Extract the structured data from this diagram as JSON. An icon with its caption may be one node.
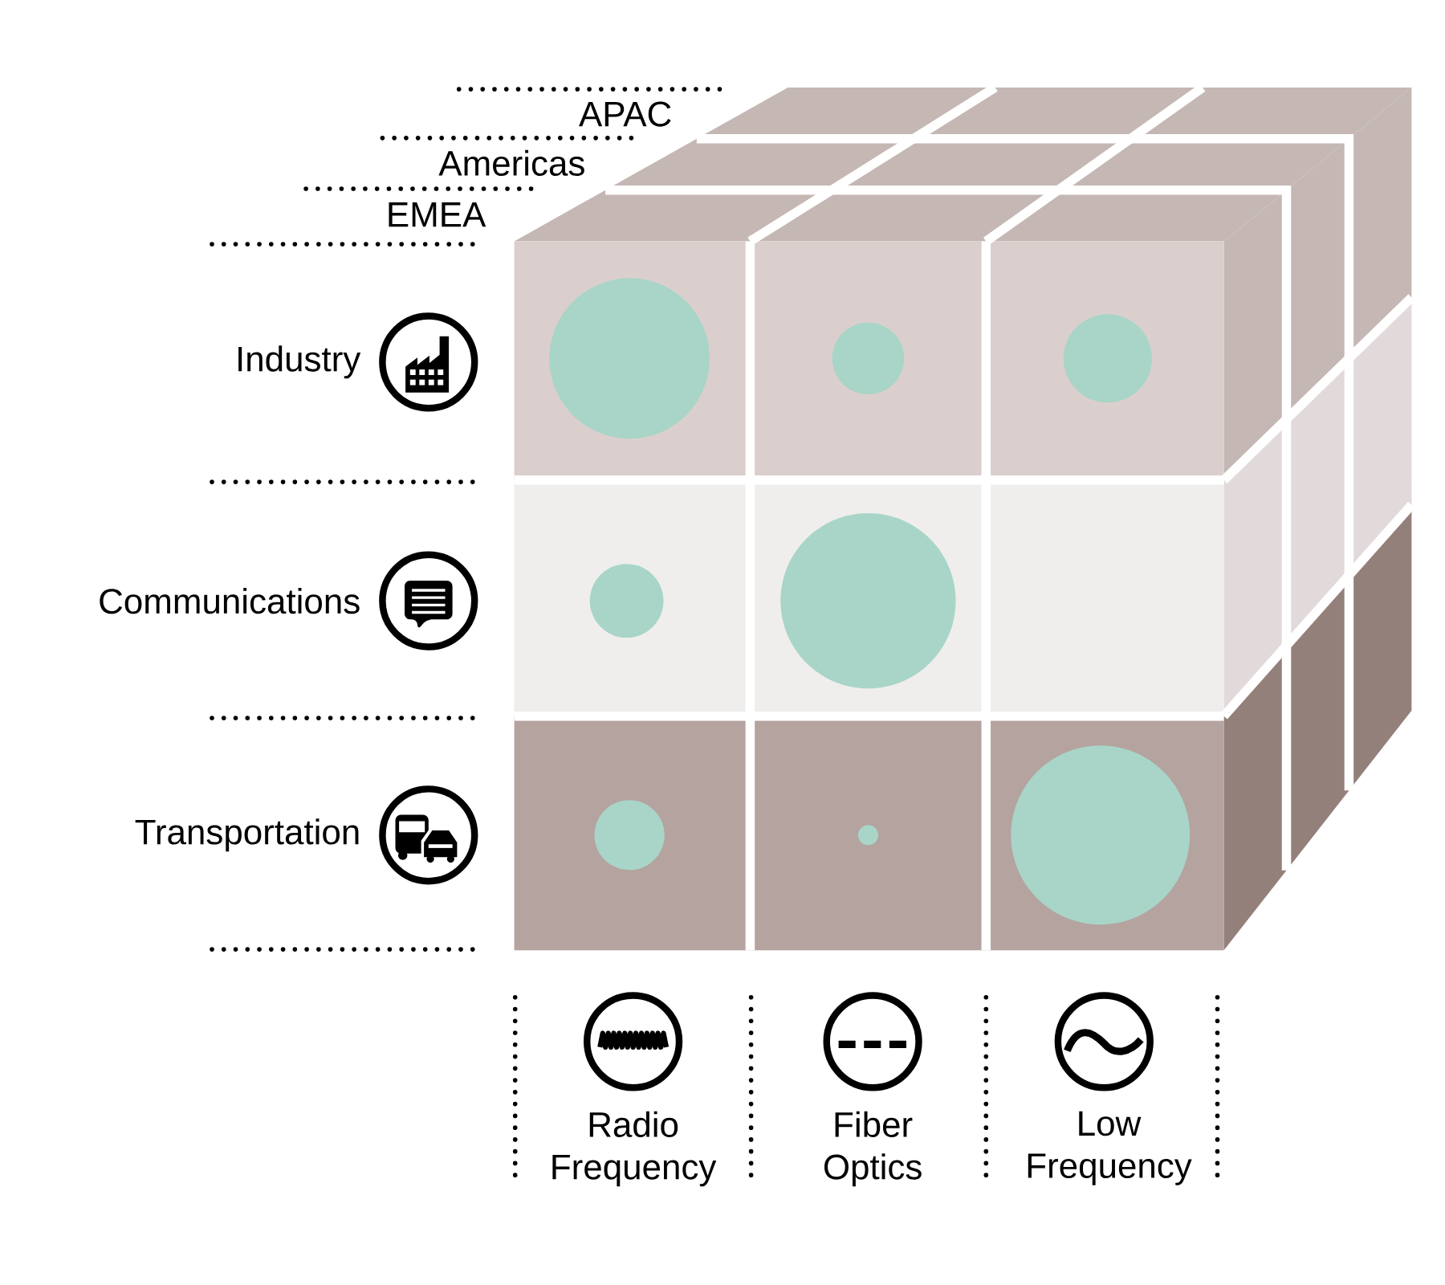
{
  "diagram": {
    "labels": [
      "APAC",
      "Americas",
      "EMEA",
      "Industry",
      "Communications",
      "Transportation",
      "Radio Frequency",
      "Fiber Optics",
      "Low Frequency"
    ]
  }
}
